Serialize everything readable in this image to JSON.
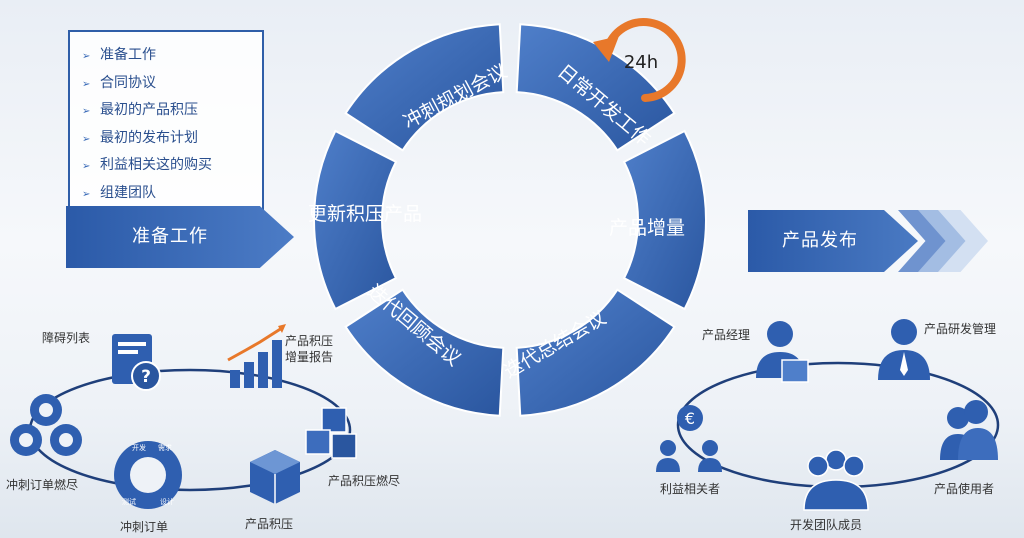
{
  "preparation": {
    "items": [
      "准备工作",
      "合同协议",
      "最初的产品积压",
      "最初的发布计划",
      "利益相关这的购买",
      "组建团队"
    ],
    "banner_label": "准备工作"
  },
  "cycle": {
    "timer_label": "24h",
    "segments": [
      "冲刺规划会议",
      "日常开发工作",
      "产品增量",
      "迭代总结会议",
      "迭代回顾会议",
      "更新积压产品"
    ]
  },
  "release": {
    "banner_label": "产品发布"
  },
  "artifacts": {
    "items": [
      "障碍列表",
      "产品积压增量报告",
      "产品积压燃尽",
      "产品积压",
      "冲刺订单",
      "冲刺订单燃尽"
    ],
    "sprint_wheel_labels": [
      "开发",
      "需求",
      "设计",
      "测试"
    ]
  },
  "roles": {
    "items": [
      "产品经理",
      "产品研发管理",
      "产品使用者",
      "开发团队成员",
      "利益相关者"
    ]
  },
  "colors": {
    "primary_blue": "#2f5fb0",
    "dark_blue": "#234c93",
    "light_blue": "#6d96d4",
    "orange": "#e8782a"
  }
}
